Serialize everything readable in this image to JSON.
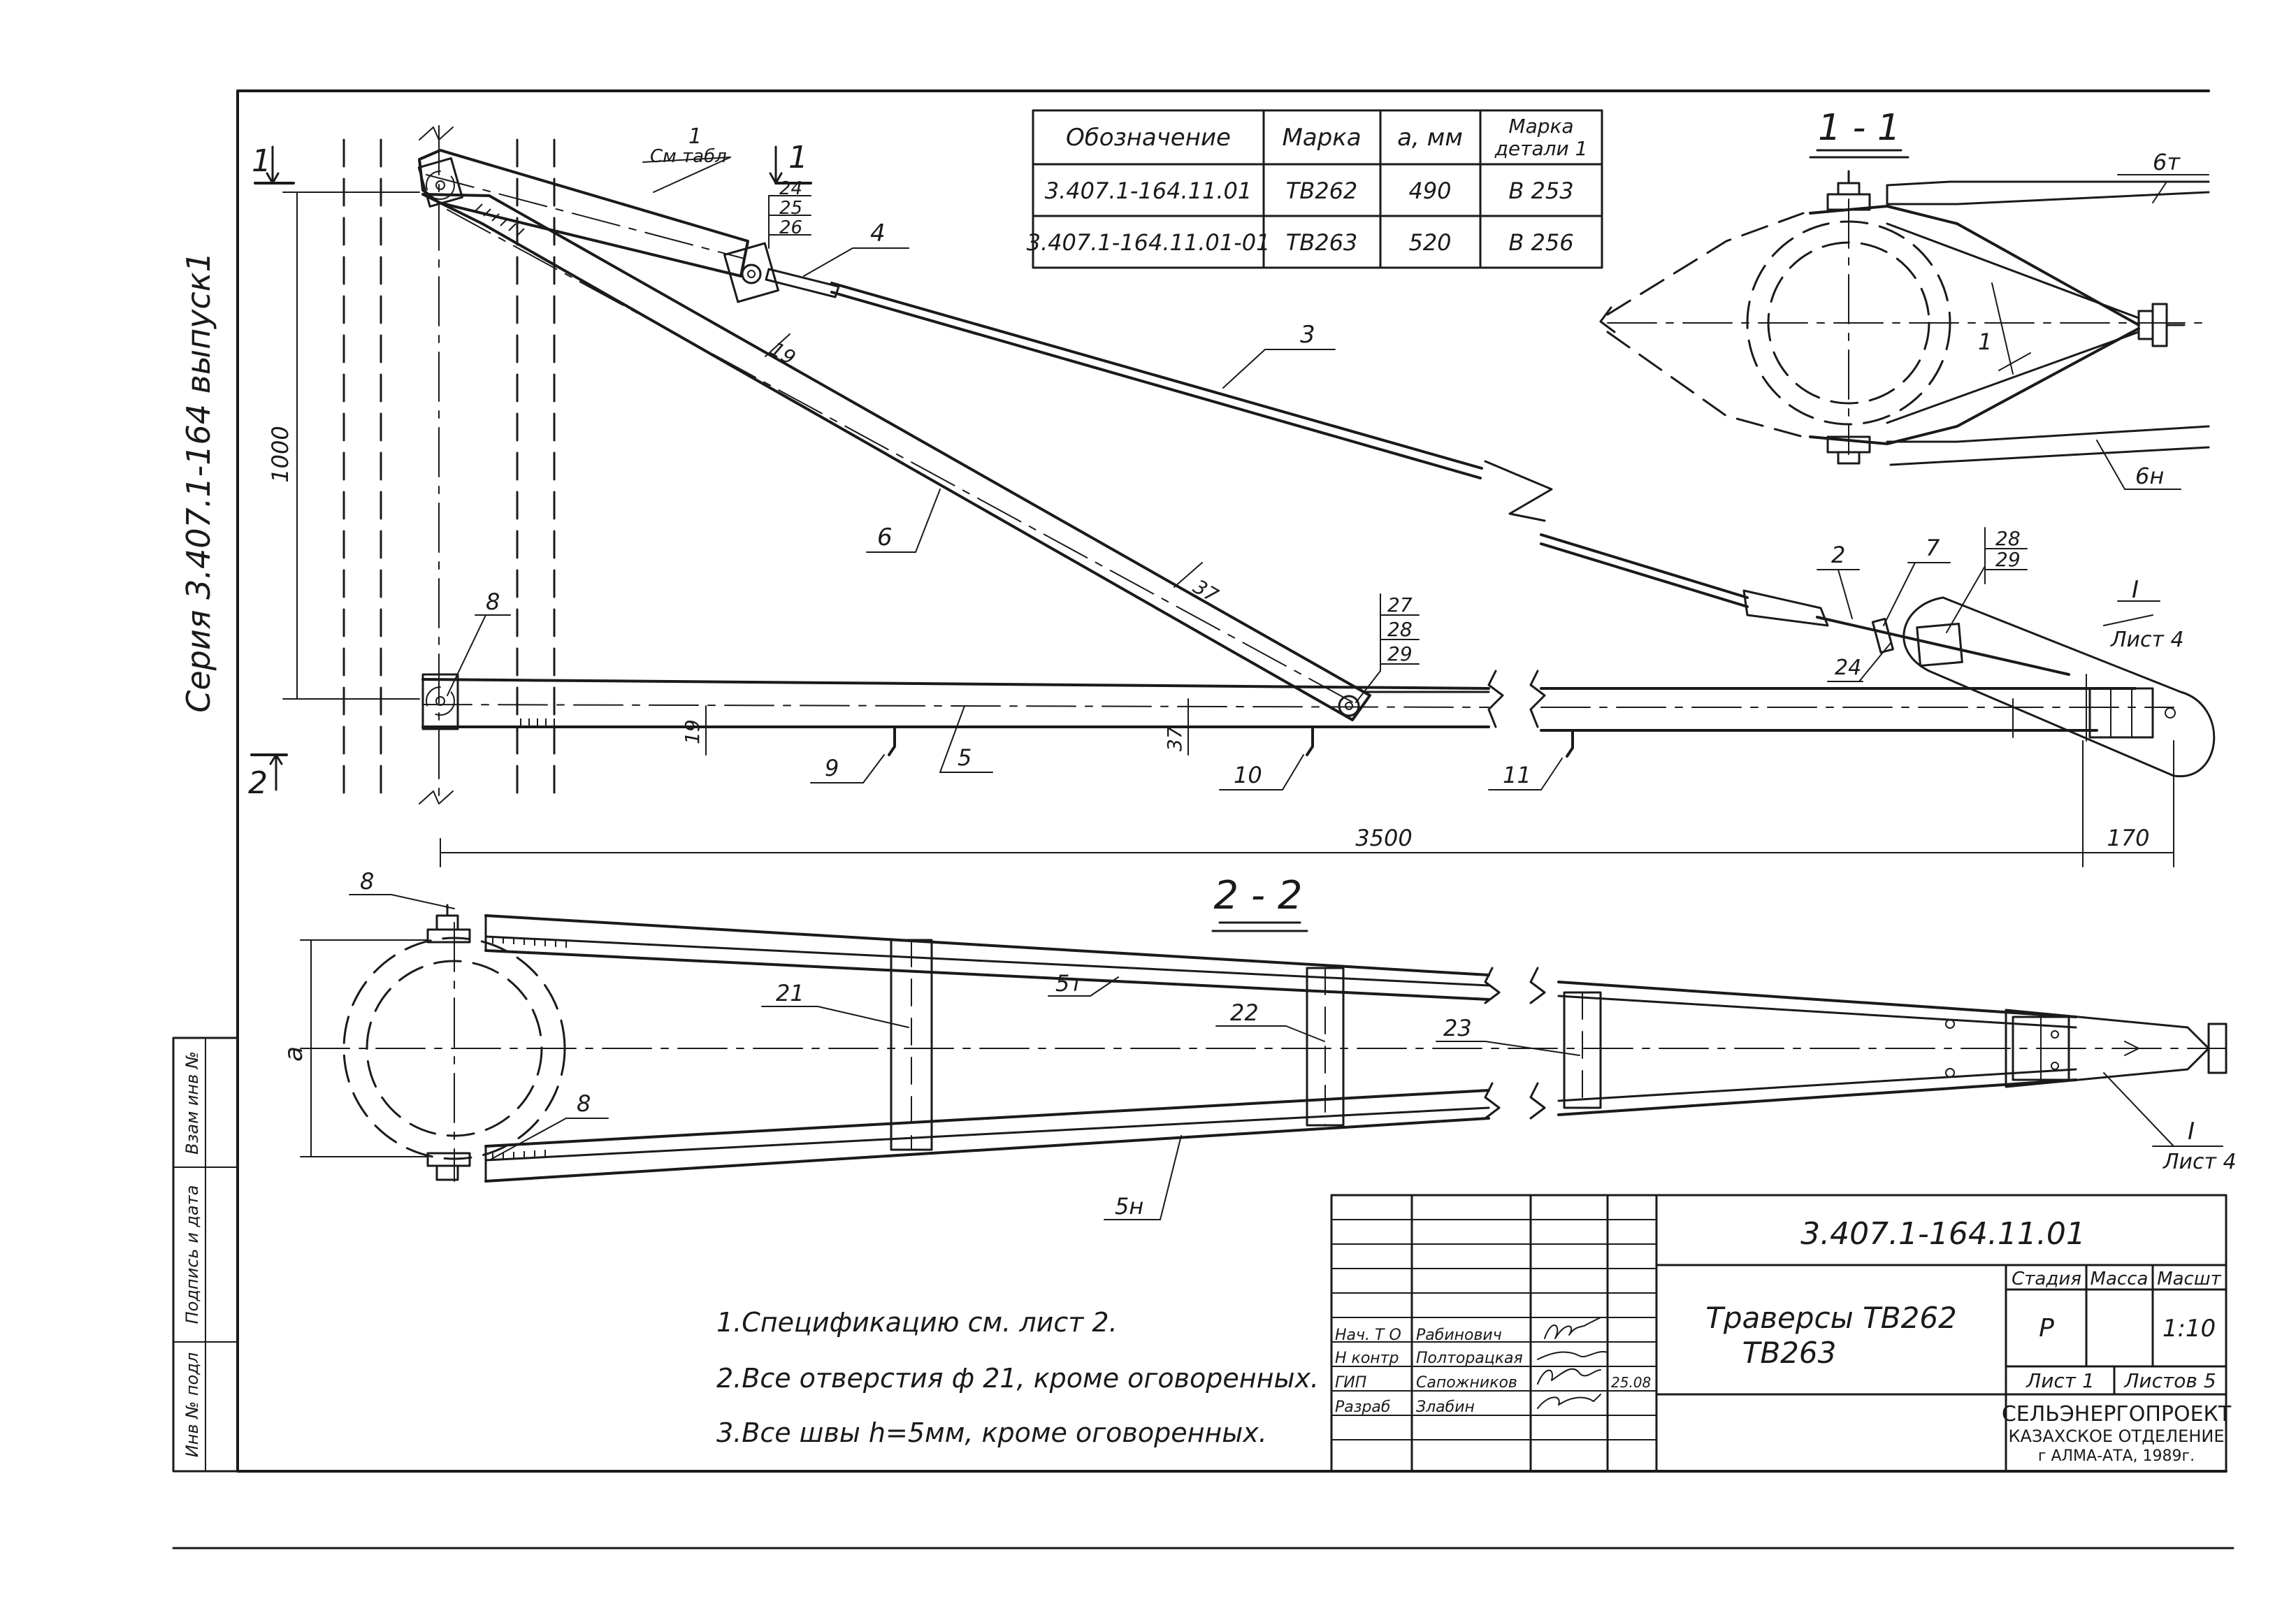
{
  "series_label": "Серия 3.407.1-164 выпуск1",
  "table": {
    "headers": [
      "Обозначение",
      "Марка",
      "а, мм",
      "Марка детали 1"
    ],
    "header_last_line1": "Марка",
    "header_last_line2": "детали 1",
    "rows": [
      [
        "3.407.1-164.11.01",
        "ТВ262",
        "490",
        "В 253"
      ],
      [
        "3.407.1-164.11.01-01",
        "ТВ263",
        "520",
        "В 256"
      ]
    ]
  },
  "section_labels": {
    "s11": "1 - 1",
    "s22": "2 - 2",
    "cut1_left": "1",
    "cut1_right": "1",
    "cut2": "2"
  },
  "callouts": {
    "c1": "1",
    "sm_tabl": "См табл",
    "c2": "2",
    "c3": "3",
    "c4": "4",
    "c5": "5",
    "c6": "6",
    "c7": "7",
    "c8a": "8",
    "c8b": "8",
    "c8c": "8",
    "c9": "9",
    "c10": "10",
    "c11": "11",
    "c21": "21",
    "c22": "22",
    "c23": "23",
    "c24_top": "24",
    "c25": "25",
    "c26": "26",
    "c24_bottom": "24",
    "c27": "27",
    "c28a": "28",
    "c29a": "29",
    "c28b": "28",
    "c29b": "29",
    "c5t": "5т",
    "c5n": "5н",
    "c6t": "6т",
    "c6n": "6н",
    "c1_sec": "1",
    "detail_I": "I",
    "list4": "Лист 4",
    "detail_I2": "I",
    "list4b": "Лист 4"
  },
  "dimensions": {
    "h1000": "1000",
    "d19a": "19",
    "d19b": "19",
    "d37a": "37",
    "d37b": "37",
    "d3500": "3500",
    "d170": "170",
    "da": "а"
  },
  "notes": [
    "1.Спецификацию   см. лист 2.",
    "2.Все  отверстия  ф 21,  кроме оговоренных.",
    "3.Все  швы  h=5мм,  кроме  оговоренных."
  ],
  "title_block": {
    "code": "3.407.1-164.11.01",
    "title_line1": "Траверсы  ТВ262",
    "title_line2": "ТВ263",
    "stage_label": "Стадия",
    "mass_label": "Масса",
    "scale_label": "Масшт",
    "stage_value": "Р",
    "scale_value": "1:10",
    "sheet_label": "Лист 1",
    "sheets_label": "Листов 5",
    "org_line1": "СЕЛЬЭНЕРГОПРОЕКТ",
    "org_line2": "КАЗАХСКОЕ ОТДЕЛЕНИЕ",
    "org_line3": "г АЛМА-АТА, 1989г.",
    "signers": [
      {
        "role": "Нач. Т О",
        "name": "Рабинович"
      },
      {
        "role": "Н контр",
        "name": "Полторацкая"
      },
      {
        "role": "ГИП",
        "name": "Сапожников"
      },
      {
        "role": "Разраб",
        "name": "Злабин"
      }
    ],
    "date": "25.08"
  },
  "side_stamp": [
    "Инв № подл",
    "Подпись и дата",
    "Взам инв №"
  ]
}
